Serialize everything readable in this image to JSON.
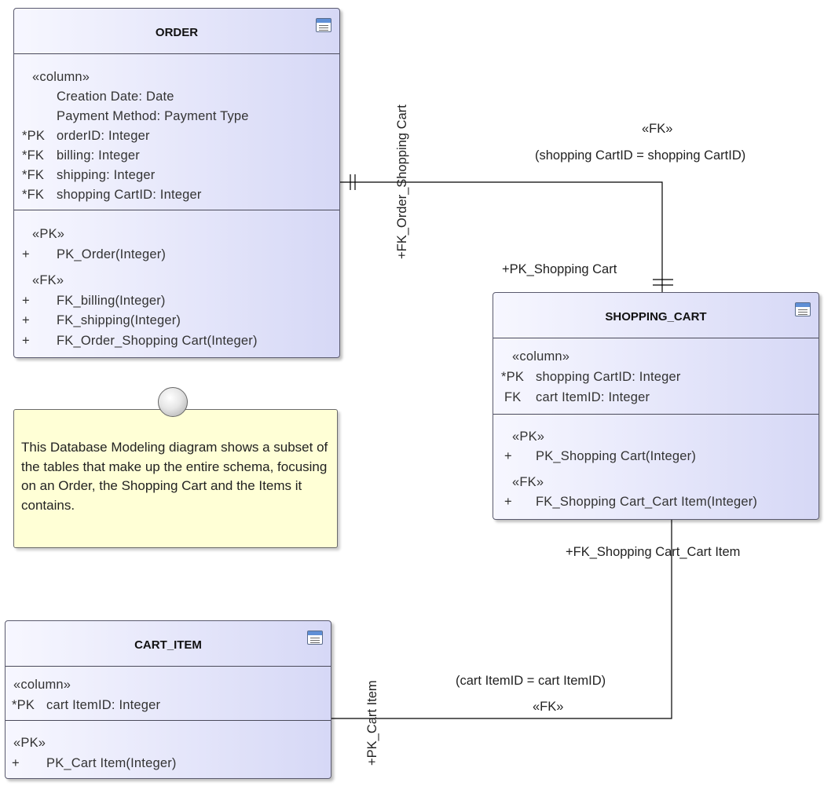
{
  "tables": {
    "order": {
      "title": "ORDER",
      "column_stereo": "«column»",
      "columns": [
        {
          "prefix": "",
          "text": "Creation Date: Date"
        },
        {
          "prefix": "",
          "text": "Payment Method: Payment Type"
        },
        {
          "prefix": "*PK",
          "text": "orderID: Integer"
        },
        {
          "prefix": "*FK",
          "text": "billing: Integer"
        },
        {
          "prefix": "*FK",
          "text": "shipping: Integer"
        },
        {
          "prefix": "*FK",
          "text": "shopping CartID: Integer"
        }
      ],
      "pk_stereo": "«PK»",
      "pk_ops": [
        {
          "prefix": "+",
          "text": "PK_Order(Integer)"
        }
      ],
      "fk_stereo": "«FK»",
      "fk_ops": [
        {
          "prefix": "+",
          "text": "FK_billing(Integer)"
        },
        {
          "prefix": "+",
          "text": "FK_shipping(Integer)"
        },
        {
          "prefix": "+",
          "text": "FK_Order_Shopping Cart(Integer)"
        }
      ]
    },
    "shopping_cart": {
      "title": "SHOPPING_CART",
      "column_stereo": "«column»",
      "columns": [
        {
          "prefix": "*PK",
          "text": "shopping CartID: Integer"
        },
        {
          "prefix": "FK",
          "text": "cart ItemID: Integer"
        }
      ],
      "pk_stereo": "«PK»",
      "pk_ops": [
        {
          "prefix": "+",
          "text": "PK_Shopping Cart(Integer)"
        }
      ],
      "fk_stereo": "«FK»",
      "fk_ops": [
        {
          "prefix": "+",
          "text": "FK_Shopping Cart_Cart Item(Integer)"
        }
      ]
    },
    "cart_item": {
      "title": "CART_ITEM",
      "column_stereo": "«column»",
      "columns": [
        {
          "prefix": "*PK",
          "text": "cart ItemID: Integer"
        }
      ],
      "pk_stereo": "«PK»",
      "pk_ops": [
        {
          "prefix": "+",
          "text": "PK_Cart Item(Integer)"
        }
      ]
    }
  },
  "note": {
    "text": "This Database Modeling diagram shows a subset of the tables that make up the entire schema, focusing on an Order, the Shopping Cart and the Items it contains."
  },
  "connectors": {
    "order_cart": {
      "source_role": "+FK_Order_Shopping Cart",
      "target_role": "+PK_Shopping Cart",
      "stereotype": "«FK»",
      "condition": "(shopping CartID = shopping CartID)"
    },
    "cart_item": {
      "source_role": "+FK_Shopping Cart_Cart Item",
      "target_role": "+PK_Cart Item",
      "stereotype": "«FK»",
      "condition": "(cart ItemID = cart ItemID)"
    }
  }
}
